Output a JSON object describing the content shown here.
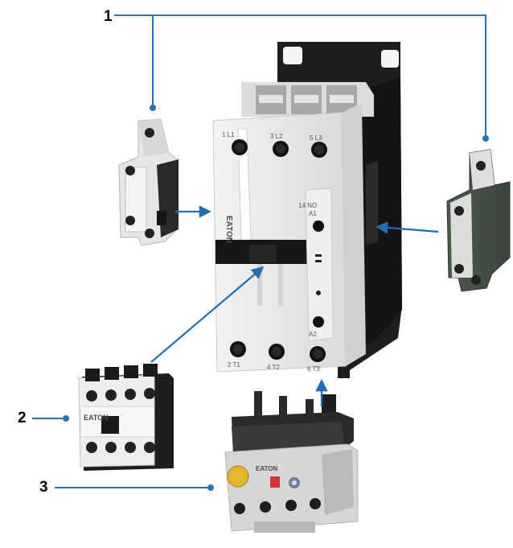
{
  "callouts": [
    {
      "number": "1"
    },
    {
      "number": "2"
    },
    {
      "number": "3"
    }
  ],
  "brand": "EATON",
  "contactor_terminals": {
    "top": [
      "1 L1",
      "3 L2",
      "5 L3"
    ],
    "bottom": [
      "2 T1",
      "4 T2",
      "6 T3"
    ],
    "coil_top": "A1",
    "coil_bottom": "A2",
    "aux": "14 NO"
  },
  "colors": {
    "arrow": "#1f6fb5",
    "leader": "#2a72b8",
    "contactor_body": "#e9eaea",
    "housing_dark": "#1d1d1d"
  }
}
